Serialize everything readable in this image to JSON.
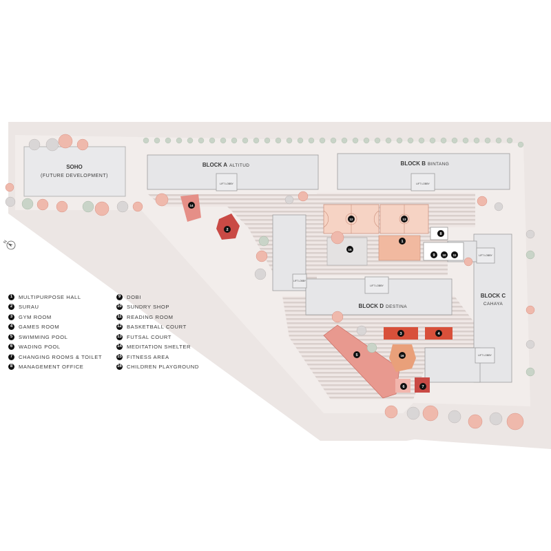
{
  "map": {
    "blocks": {
      "a": {
        "name": "BLOCK A",
        "sub": "ALTITUD"
      },
      "b": {
        "name": "BLOCK B",
        "sub": "BINTANG"
      },
      "c": {
        "name": "BLOCK C",
        "sub": "CAHAYA"
      },
      "d": {
        "name": "BLOCK D",
        "sub": "DESTINA"
      }
    },
    "soho": {
      "title": "SOHO",
      "subtitle": "(FUTURE DEVELOPMENT)"
    },
    "lift_lobby": "LIFT LOBBY",
    "north_symbol": "N",
    "colors": {
      "background": "#ffffff",
      "site": "#f1ebe9",
      "boundary": "#ece6e4",
      "building": "#e8e8ea",
      "building_stroke": "#9c9c9c",
      "court": "#f6d3c4",
      "hall": "#f1b9a0",
      "rooms": "#d8503a",
      "surau": "#c94a45",
      "pool": "#e8998f",
      "pool_playground": "#e9a07a",
      "meditation": "#e58f87",
      "tree_salmon": "#efb9ac",
      "tree_green": "#c9d4c8",
      "tree_grey": "#d9d6d6",
      "legend_badge": "#111111"
    }
  },
  "legend": {
    "col1": [
      {
        "num": "1",
        "label": "MULTIPURPOSE HALL"
      },
      {
        "num": "2",
        "label": "SURAU"
      },
      {
        "num": "3",
        "label": "GYM ROOM"
      },
      {
        "num": "4",
        "label": "GAMES ROOM"
      },
      {
        "num": "5",
        "label": "SWIMMING POOL"
      },
      {
        "num": "6",
        "label": "WADING POOL"
      },
      {
        "num": "7",
        "label": "CHANGING ROOMS & TOILET"
      },
      {
        "num": "8",
        "label": "MANAGEMENT OFFICE"
      }
    ],
    "col2": [
      {
        "num": "9",
        "label": "DOBI"
      },
      {
        "num": "10",
        "label": "SUNDRY SHOP"
      },
      {
        "num": "11",
        "label": "READING ROOM"
      },
      {
        "num": "12",
        "label": "BASKETBALL COURT"
      },
      {
        "num": "13",
        "label": "FUTSAL COURT"
      },
      {
        "num": "14",
        "label": "MEDITATION SHELTER"
      },
      {
        "num": "15",
        "label": "FITNESS AREA"
      },
      {
        "num": "16",
        "label": "CHILDREN PLAYGROUND"
      }
    ]
  }
}
